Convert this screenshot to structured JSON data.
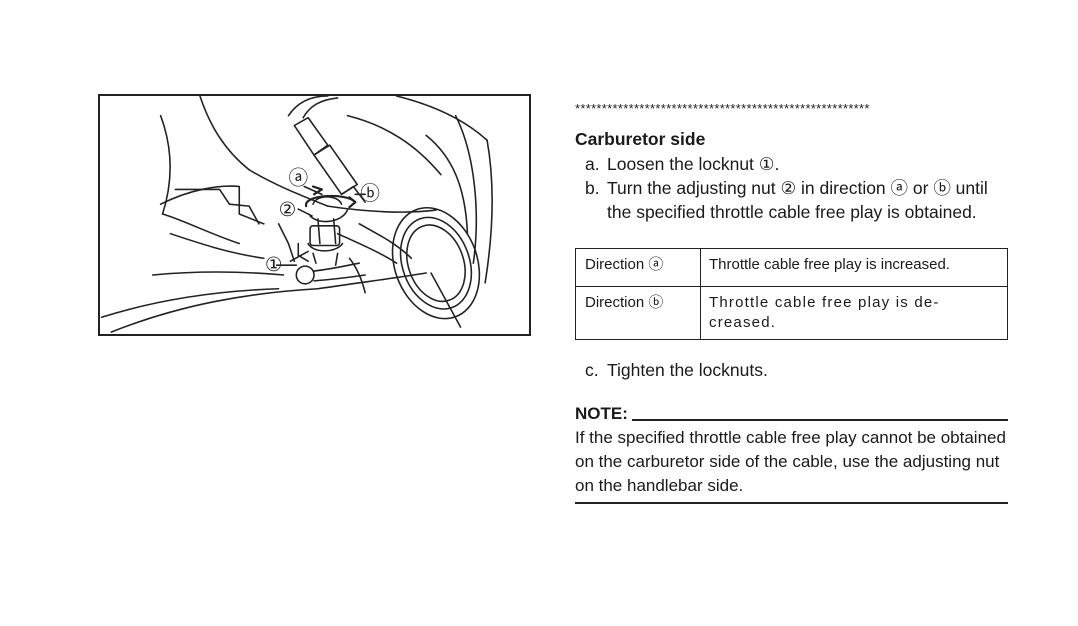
{
  "figure": {
    "callouts": {
      "a": "ⓐ",
      "b": "ⓑ",
      "one": "①",
      "two": "②"
    }
  },
  "separator": "*******************************************************",
  "section_title": "Carburetor side",
  "steps": [
    {
      "letter": "a.",
      "text": "Loosen the locknut ①."
    },
    {
      "letter": "b.",
      "text": "Turn the adjusting nut ② in direction ⓐ or ⓑ until the specified throttle cable free play is obtained."
    }
  ],
  "table": {
    "rows": [
      {
        "direction": "Direction ⓐ",
        "result": "Throttle cable free play is increased."
      },
      {
        "direction": "Direction ⓑ",
        "result": "Throttle cable free play is de- creased."
      }
    ]
  },
  "step_c": {
    "letter": "c.",
    "text": "Tighten the locknuts."
  },
  "note": {
    "heading": "NOTE:",
    "body": "If the specified throttle cable free play cannot be obtained on the carburetor side of the cable, use the adjusting nut on the handlebar side."
  }
}
